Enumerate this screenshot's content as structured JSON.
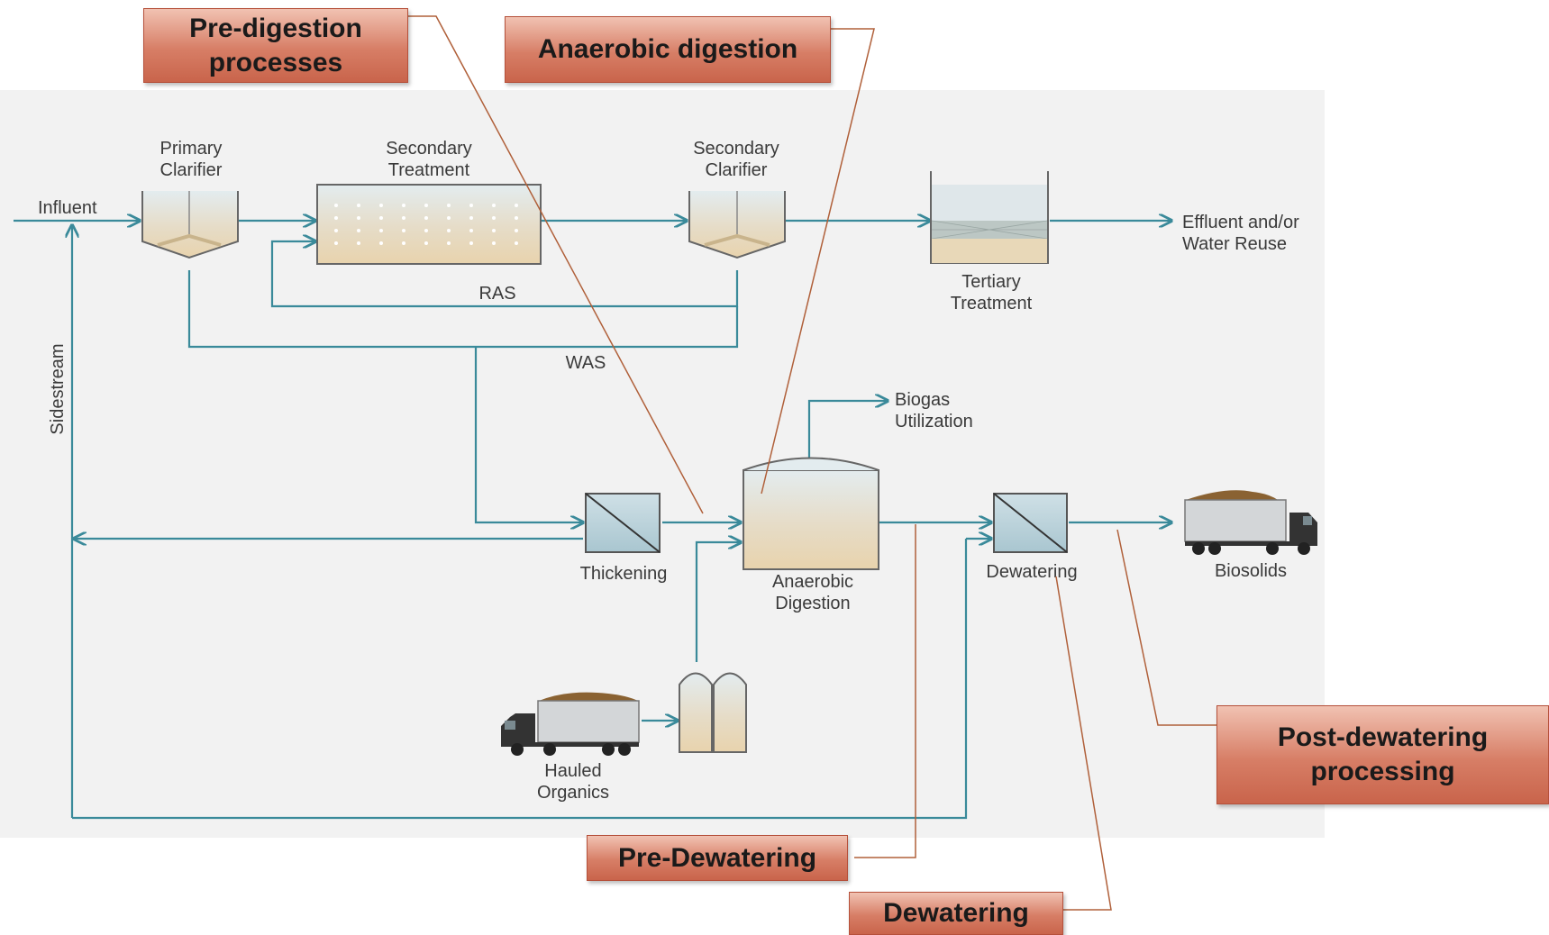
{
  "callouts": {
    "pre_digestion": "Pre-digestion\nprocesses",
    "anaerobic_digestion": "Anaerobic digestion",
    "post_dewatering": "Post-dewatering\nprocessing",
    "pre_dewatering": "Pre-Dewatering",
    "dewatering": "Dewatering"
  },
  "labels": {
    "influent": "Influent",
    "primary_clarifier_1": "Primary",
    "primary_clarifier_2": "Clarifier",
    "secondary_treatment_1": "Secondary",
    "secondary_treatment_2": "Treatment",
    "secondary_clarifier_1": "Secondary",
    "secondary_clarifier_2": "Clarifier",
    "effluent_1": "Effluent and/or",
    "effluent_2": "Water Reuse",
    "tertiary_1": "Tertiary",
    "tertiary_2": "Treatment",
    "ras": "RAS",
    "was": "WAS",
    "sidestream": "Sidestream",
    "biogas_1": "Biogas",
    "biogas_2": "Utilization",
    "thickening": "Thickening",
    "anaerobic_1": "Anaerobic",
    "anaerobic_2": "Digestion",
    "dewatering": "Dewatering",
    "biosolids": "Biosolids",
    "hauled_1": "Hauled",
    "hauled_2": "Organics"
  },
  "colors": {
    "flow_line": "#3a8a9a",
    "callout_fill": "#d77e66",
    "callout_border": "#b5503a",
    "leader_line": "#b0603a",
    "tank_water": "#d9e4e8",
    "tank_sludge": "#e8d6b4"
  }
}
